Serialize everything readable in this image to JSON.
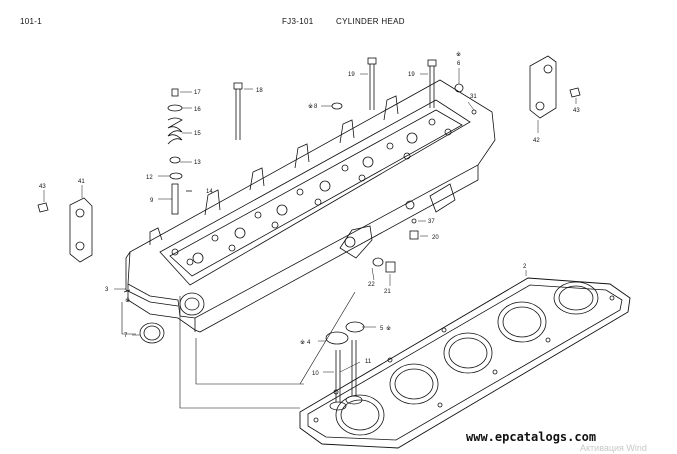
{
  "header": {
    "page_number": "101-1",
    "model_code": "FJ3-101",
    "title": "CYLINDER HEAD"
  },
  "callouts": {
    "c2": "2",
    "c3": "3",
    "c4": "4",
    "c5": "5",
    "c6": "6",
    "c7": "7",
    "c8": "8",
    "c9": "9",
    "c10": "10",
    "c11": "11",
    "c12": "12",
    "c13": "13",
    "c14": "14",
    "c15": "15",
    "c16": "16",
    "c17": "17",
    "c18": "18",
    "c19a": "19",
    "c19b": "19",
    "c20": "20",
    "c21": "21",
    "c22": "22",
    "c31": "31",
    "c37": "37",
    "c41": "41",
    "c42": "42",
    "c43a": "43",
    "c43b": "43",
    "mark_ref": "※",
    "mark_4": "※",
    "mark_8": "※",
    "mark_5": "※"
  },
  "watermark": "www.epcatalogs.com",
  "os_watermark": "Активация Wind"
}
